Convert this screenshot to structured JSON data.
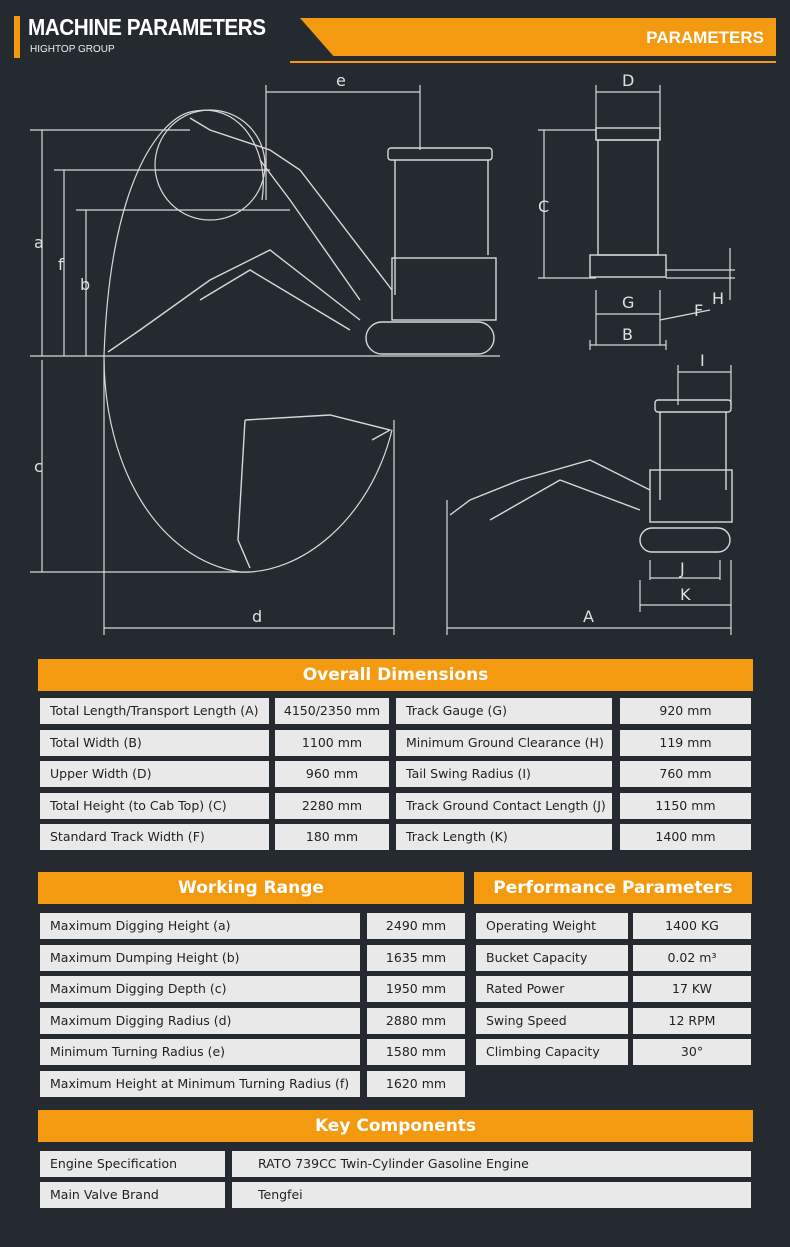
{
  "header": {
    "title": "MACHINE PARAMETERS",
    "subtitle": "HIGHTOP GROUP",
    "ribbon": "PARAMETERS"
  },
  "diagram_labels": [
    "a",
    "b",
    "c",
    "d",
    "e",
    "f",
    "A",
    "B",
    "C",
    "D",
    "F",
    "G",
    "H",
    "I",
    "J",
    "K"
  ],
  "overall": {
    "title": "Overall Dimensions",
    "rows": [
      [
        "Total Length/Transport Length (A)",
        "4150/2350 mm",
        "Track Gauge (G)",
        "920 mm"
      ],
      [
        "Total Width (B)",
        "1100 mm",
        "Minimum Ground Clearance (H)",
        "119 mm"
      ],
      [
        "Upper Width (D)",
        "960 mm",
        "Tail Swing Radius (I)",
        "760 mm"
      ],
      [
        "Total Height (to Cab Top) (C)",
        "2280 mm",
        "Track Ground Contact Length (J)",
        "1150 mm"
      ],
      [
        "Standard Track Width (F)",
        "180 mm",
        "Track Length (K)",
        "1400 mm"
      ]
    ]
  },
  "working": {
    "title": "Working Range",
    "rows": [
      [
        "Maximum Digging Height (a)",
        "2490 mm"
      ],
      [
        "Maximum Dumping Height (b)",
        "1635 mm"
      ],
      [
        "Maximum Digging Depth (c)",
        "1950 mm"
      ],
      [
        "Maximum Digging Radius (d)",
        "2880 mm"
      ],
      [
        "Minimum Turning Radius (e)",
        "1580 mm"
      ],
      [
        "Maximum Height at Minimum Turning Radius (f)",
        "1620 mm"
      ]
    ]
  },
  "performance": {
    "title": "Performance Parameters",
    "rows": [
      [
        "Operating Weight",
        "1400 KG"
      ],
      [
        "Bucket Capacity",
        "0.02 m³"
      ],
      [
        "Rated Power",
        "17 KW"
      ],
      [
        "Swing Speed",
        "12 RPM"
      ],
      [
        "Climbing Capacity",
        "30°"
      ]
    ]
  },
  "components": {
    "title": "Key Components",
    "rows": [
      [
        "Engine Specification",
        "RATO 739CC Twin-Cylinder Gasoline Engine"
      ],
      [
        "Main Valve Brand",
        "Tengfei"
      ]
    ]
  }
}
